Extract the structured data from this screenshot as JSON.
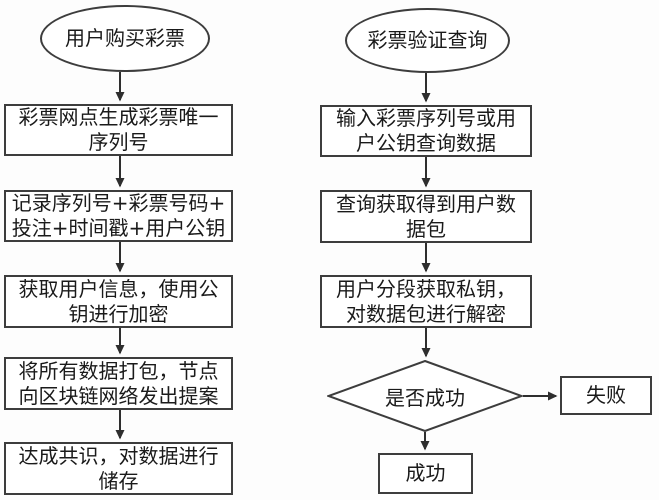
{
  "left_flow": {
    "start": "用户购买彩票",
    "steps": [
      "彩票网点生成彩票唯一\n序列号",
      "记录序列号+彩票号码+\n投注+时间戳+用户公钥",
      "获取用户信息，使用公\n钥进行加密",
      "将所有数据打包，节点\n向区块链网络发出提案",
      "达成共识，对数据进行\n储存"
    ]
  },
  "right_flow": {
    "start": "彩票验证查询",
    "steps": [
      "输入彩票序列号或用\n户公钥查询数据",
      "查询获取得到用户数\n据包",
      "用户分段获取私钥，\n对数据包进行解密"
    ],
    "decision": "是否成功",
    "fail": "失败",
    "success": "成功"
  },
  "colors": {
    "stroke": "#3d3d3d",
    "arrow": "#2e2e2e",
    "text": "#1a1a1a",
    "background": "#fdfdfd"
  }
}
